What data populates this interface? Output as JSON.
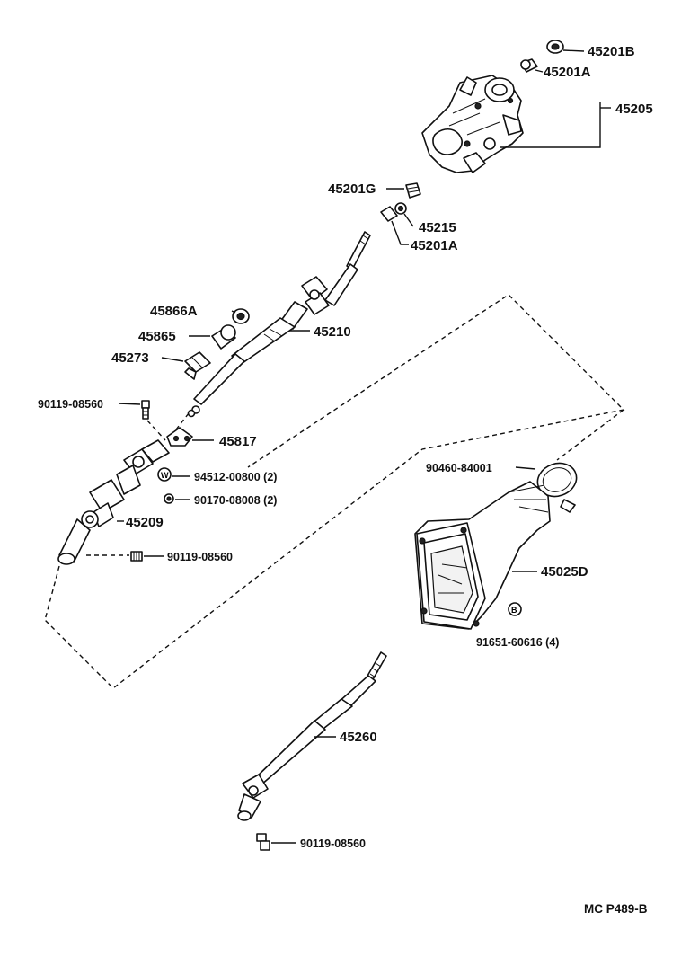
{
  "labels": {
    "p45201B": "45201B",
    "p45201A_top": "45201A",
    "p45205": "45205",
    "p45201G": "45201G",
    "p45215": "45215",
    "p45201A_mid": "45201A",
    "p45866A": "45866A",
    "p45865": "45865",
    "p45273": "45273",
    "p45210": "45210",
    "p90119_top": "90119-08560",
    "p45817": "45817",
    "p94512": "94512-00800 (2)",
    "p90170": "90170-08008 (2)",
    "p45209": "45209",
    "p90119_mid": "90119-08560",
    "p90460": "90460-84001",
    "p45025D": "45025D",
    "p91651": "91651-60616 (4)",
    "p45260": "45260",
    "p90119_bot": "90119-08560"
  },
  "footer": {
    "code": "MC  P489-B"
  }
}
